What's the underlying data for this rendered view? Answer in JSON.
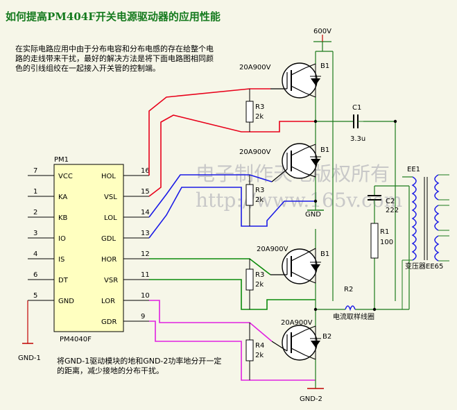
{
  "title": "如何提高PM404F开关电源驱动器的应用性能",
  "note_top": "在实际电路应用中由于分布电容和分布电感的存在给整个电路的走线带来干扰，最好的解决方法是将下面电路图相同颜色的引线组绞在一起接入开关管的控制端。",
  "note_bottom": "将GND-1驱动模块的地和GND-2功率地分开一定的距离，减少接地的分布干扰。",
  "watermark": {
    "line1": "电子制作天地版权所有",
    "line2": "http://www.165v.com"
  },
  "chip": {
    "name": "PM1",
    "part": "PM4040F",
    "left_pins": [
      {
        "num": "7",
        "name": "VCC"
      },
      {
        "num": "1",
        "name": "KA"
      },
      {
        "num": "2",
        "name": "KB"
      },
      {
        "num": "3",
        "name": "IO"
      },
      {
        "num": "4",
        "name": "IS"
      },
      {
        "num": "6",
        "name": "DT"
      },
      {
        "num": "5",
        "name": "GND"
      }
    ],
    "right_pins": [
      {
        "num": "16",
        "name": "HOL"
      },
      {
        "num": "15",
        "name": "VSL"
      },
      {
        "num": "14",
        "name": "LOL"
      },
      {
        "num": "13",
        "name": "GDL"
      },
      {
        "num": "12",
        "name": "HOR"
      },
      {
        "num": "11",
        "name": "VSR"
      },
      {
        "num": "10",
        "name": "LOR"
      },
      {
        "num": "9",
        "name": "GDR"
      }
    ]
  },
  "supply": "600V",
  "gnd_labels": {
    "gnd": "GND",
    "gnd1": "GND-1",
    "gnd2": "GND-2"
  },
  "transistors": [
    {
      "rating": "20A900V",
      "ref": "B1"
    },
    {
      "rating": "20A900V",
      "ref": "B1"
    },
    {
      "rating": "20A900V",
      "ref": "B1"
    },
    {
      "rating": "20A900V",
      "ref": "B2"
    }
  ],
  "resistors": [
    {
      "ref": "R3",
      "value": "2k"
    },
    {
      "ref": "R3",
      "value": "2k"
    },
    {
      "ref": "R3",
      "value": "2k"
    },
    {
      "ref": "R4",
      "value": "2k"
    }
  ],
  "c1": {
    "ref": "C1",
    "value": "3.3u"
  },
  "c2": {
    "ref": "C2",
    "value": "222"
  },
  "r1": {
    "ref": "R1",
    "value": "100"
  },
  "r2": {
    "ref": "R2",
    "label": "电流取样线圈"
  },
  "transformer": {
    "ref": "EE1",
    "label": "变压器EE65"
  },
  "colors": {
    "title": "#157a1e",
    "red": "#e8001a",
    "blue": "#1a1ae6",
    "green": "#0a8a0a",
    "magenta": "#e020e0",
    "wire": "#1a7a1a",
    "chip": "#ffffc0"
  }
}
